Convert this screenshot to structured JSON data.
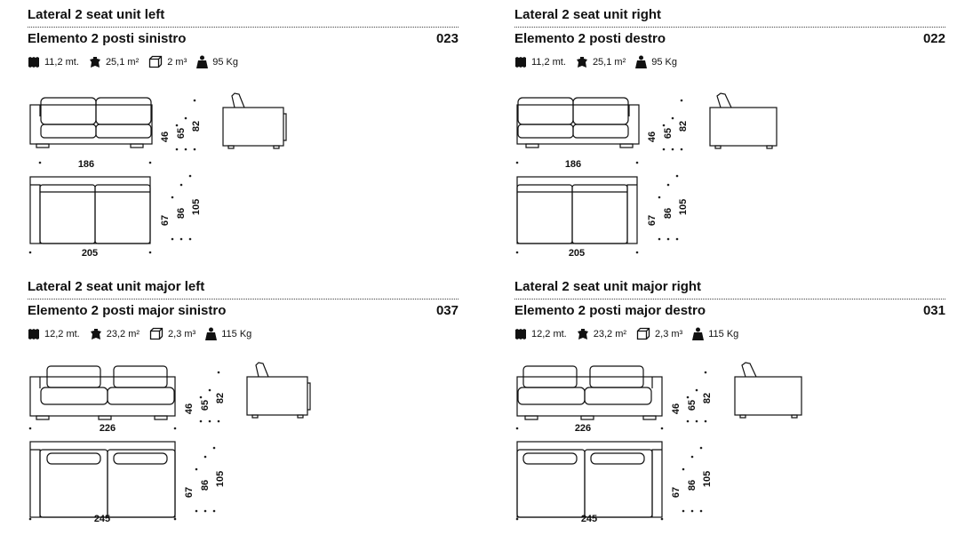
{
  "units": [
    {
      "title_en": "Lateral 2 seat unit left",
      "title_it": "Elemento 2 posti sinistro",
      "code": "023",
      "fabric": "11,2 mt.",
      "leather": "25,1 m²",
      "volume": "2 m³",
      "weight": "95 Kg",
      "dims": {
        "width": "186",
        "depth": "205",
        "seat_h": "46",
        "arm_h": "65",
        "back_h": "82",
        "seat_d": "67",
        "arm_d": "86",
        "total_d": "105"
      },
      "side": "left",
      "model": "standard"
    },
    {
      "title_en": "Lateral 2 seat unit right",
      "title_it": "Elemento 2 posti destro",
      "code": "022",
      "fabric": "11,2 mt.",
      "leather": "25,1 m²",
      "volume": "",
      "weight": "95 Kg",
      "dims": {
        "width": "186",
        "depth": "205",
        "seat_h": "46",
        "arm_h": "65",
        "back_h": "82",
        "seat_d": "67",
        "arm_d": "86",
        "total_d": "105"
      },
      "side": "right",
      "model": "standard"
    },
    {
      "title_en": "Lateral 2 seat unit major left",
      "title_it": "Elemento 2 posti major sinistro",
      "code": "037",
      "fabric": "12,2 mt.",
      "leather": "23,2 m²",
      "volume": "2,3 m³",
      "weight": "115 Kg",
      "dims": {
        "width": "226",
        "depth": "245",
        "seat_h": "46",
        "arm_h": "65",
        "back_h": "82",
        "seat_d": "67",
        "arm_d": "86",
        "total_d": "105"
      },
      "side": "left",
      "model": "major"
    },
    {
      "title_en": "Lateral 2 seat unit major right",
      "title_it": "Elemento 2 posti major destro",
      "code": "031",
      "fabric": "12,2 mt.",
      "leather": "23,2 m²",
      "volume": "2,3 m³",
      "weight": "115 Kg",
      "dims": {
        "width": "226",
        "depth": "245",
        "seat_h": "46",
        "arm_h": "65",
        "back_h": "82",
        "seat_d": "67",
        "arm_d": "86",
        "total_d": "105"
      },
      "side": "right",
      "model": "major"
    }
  ],
  "icons": {
    "fabric": "fabric-swatch-icon",
    "leather": "leather-hide-icon",
    "volume": "volume-box-icon",
    "weight": "weight-icon"
  },
  "colors": {
    "ink": "#111111",
    "dots": "#222222"
  }
}
